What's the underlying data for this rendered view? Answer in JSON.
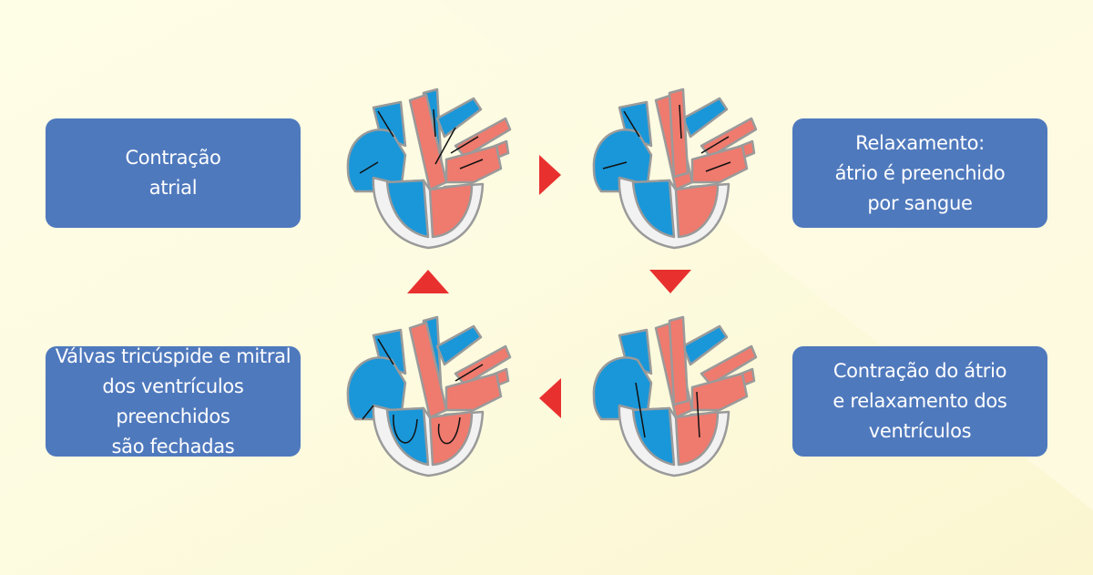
{
  "steps": [
    {
      "id": "tl",
      "label": "Contração\natrial"
    },
    {
      "id": "tr",
      "label": "Relaxamento:\nátrio é preenchido\npor sangue"
    },
    {
      "id": "br",
      "label": "Contração do átrio\ne relaxamento dos\nventrículos"
    },
    {
      "id": "bl",
      "label": "Válvas tricúspide e mitral\ndos ventrículos preenchidos\nsão fechadas"
    }
  ],
  "colors": {
    "box": "#4f79bd",
    "arrow": "#e8312f",
    "deoxygenated": "#1a97d9",
    "oxygenated": "#ef7a6e",
    "outline": "#9a9a9a"
  },
  "icons": [
    "heart-diagram-icon",
    "triangle-arrow-icon"
  ]
}
